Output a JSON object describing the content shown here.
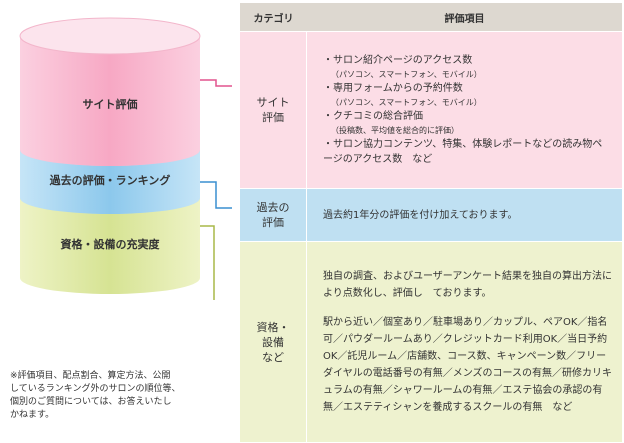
{
  "diagram": {
    "segments": [
      {
        "label": "サイト評価"
      },
      {
        "label": "過去の評価・ランキング"
      },
      {
        "label": "資格・設備の充実度"
      }
    ]
  },
  "note": "※評価項目、配点割合、算定方法、公開\nしているランキング外のサロンの順位等、\n個別のご質問については、お答えいたし\nかねます。",
  "table": {
    "headers": [
      "カテゴリ",
      "評価項目"
    ],
    "rows": [
      {
        "category": "サイト\n評価",
        "items": [
          {
            "text": "・サロン紹介ページのアクセス数",
            "sub": "（パソコン、スマートフォン、モバイル）"
          },
          {
            "text": "・専用フォームからの予約件数",
            "sub": "（パソコン、スマートフォン、モバイル）"
          },
          {
            "text": "・クチコミの総合評価",
            "sub": "（投稿数、平均値を総合的に評価）"
          },
          {
            "text": "・サロン協力コンテンツ、特集、体験レポートなどの読み物ページのアクセス数　など",
            "sub": ""
          }
        ]
      },
      {
        "category": "過去の\n評価",
        "text": "過去約1年分の評価を付け加えております。"
      },
      {
        "category": "資格・\n設備\nなど",
        "para1": "独自の調査、およびユーザーアンケート結果を独自の算出方法により点数化し、評価し　ております。",
        "para2": "駅から近い／個室あり／駐車場あり／カップル、ペアOK／指名可／パウダールームあり／クレジットカード利用OK／当日予約OK／託児ルーム／店舗数、コース数、キャンペーン数／フリーダイヤルの電話番号の有無／メンズのコースの有無／研修カリキュラムの有無／シャワールームの有無／エステ協会の承認の有無／エステティシャンを養成するスクールの有無　など"
      }
    ]
  },
  "colors": {
    "pink": "#f7a8c4",
    "blue": "#8cc8ec",
    "green": "#d6e393",
    "pink_line": "#e2548e",
    "blue_line": "#3a8fd0",
    "green_line": "#a8b848"
  }
}
